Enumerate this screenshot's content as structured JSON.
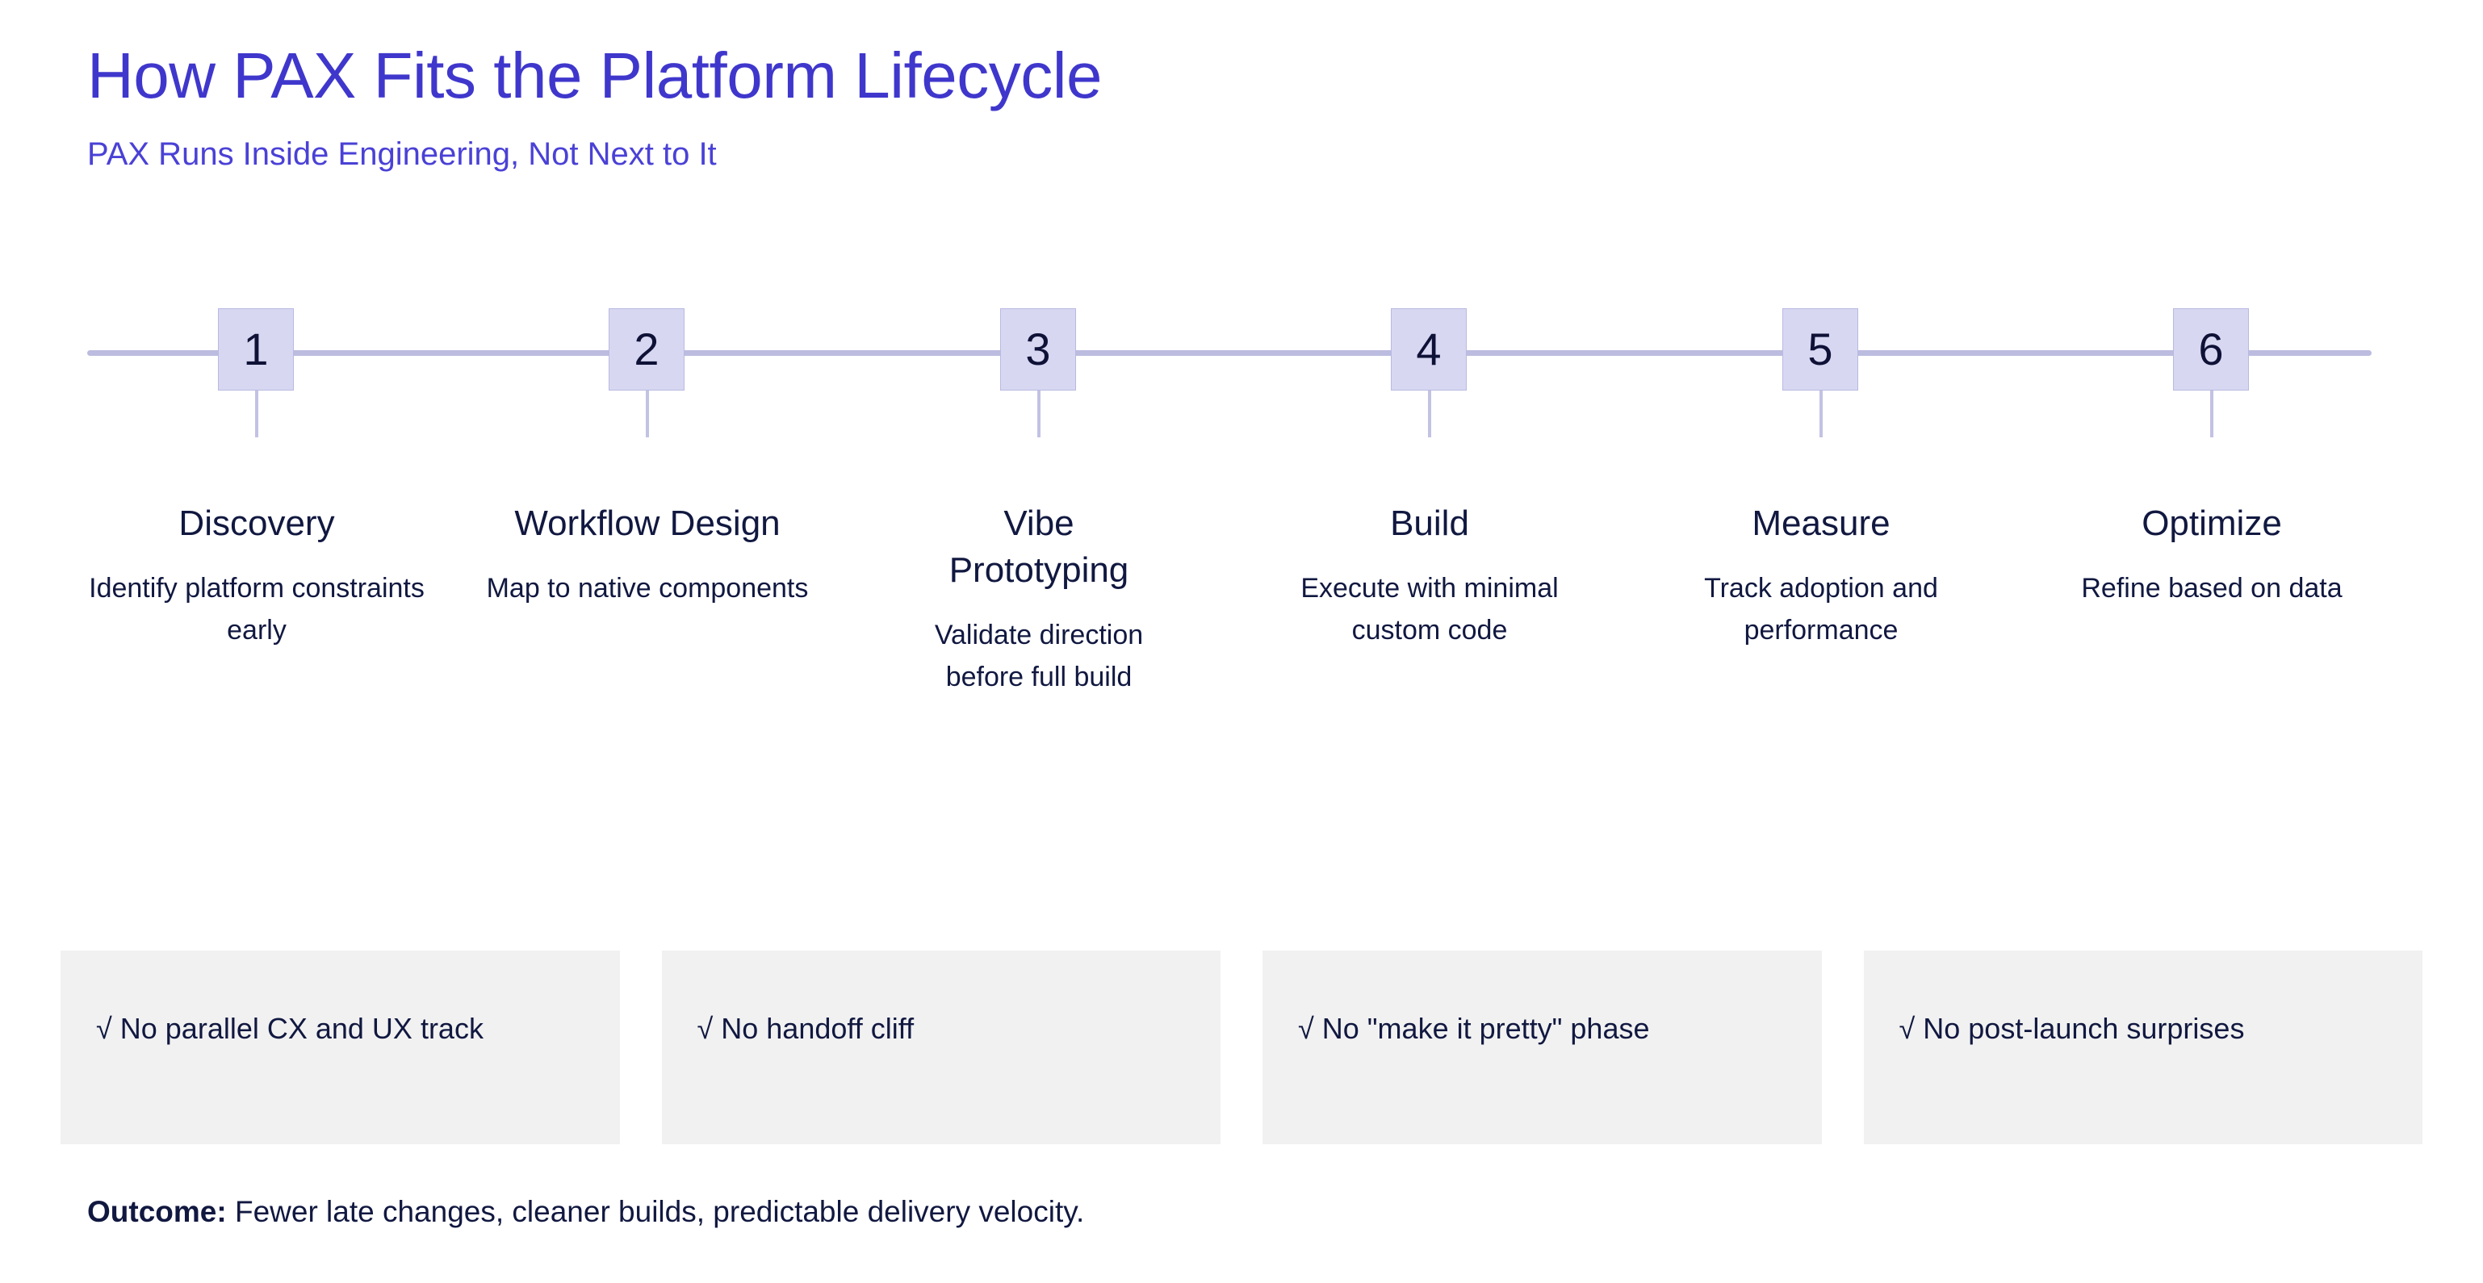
{
  "header": {
    "title": "How PAX Fits the Platform Lifecycle",
    "subtitle": "PAX Runs Inside Engineering, Not Next to It",
    "accent_color": "#3f37cc"
  },
  "timeline": {
    "rail_color": "#bcbce0",
    "marker_fill": "#d7d7f2",
    "marker_border": "#b9b9e2",
    "marker_text_color": "#0f1236",
    "steps": [
      {
        "number": "1",
        "title": "Discovery",
        "description": "Identify platform constraints early"
      },
      {
        "number": "2",
        "title": "Workflow Design",
        "description": "Map to native components"
      },
      {
        "number": "3",
        "title": "Vibe Prototyping",
        "description": "Validate direction before full build"
      },
      {
        "number": "4",
        "title": "Build",
        "description": "Execute with minimal custom code"
      },
      {
        "number": "5",
        "title": "Measure",
        "description": "Track adoption and performance"
      },
      {
        "number": "6",
        "title": "Optimize",
        "description": "Refine based on data"
      }
    ]
  },
  "benefits": {
    "card_background": "#f1f1f1",
    "text_color": "#111840",
    "items": [
      {
        "text": "√ No parallel CX and UX track"
      },
      {
        "text": "√ No handoff cliff"
      },
      {
        "text": "√ No \"make it pretty\" phase"
      },
      {
        "text": "√ No post-launch surprises"
      }
    ]
  },
  "outcome": {
    "label": "Outcome:",
    "text": " Fewer late changes, cleaner builds, predictable delivery velocity."
  }
}
